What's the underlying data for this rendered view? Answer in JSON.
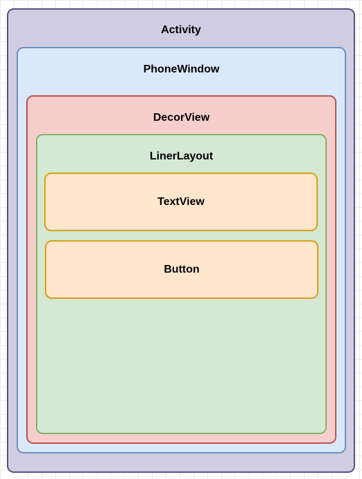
{
  "diagram": {
    "containers": [
      {
        "id": "activity",
        "label": "Activity",
        "fill": "#d0cce2",
        "stroke": "#56517e"
      },
      {
        "id": "phonewindow",
        "label": "PhoneWindow",
        "fill": "#dae8fc",
        "stroke": "#6c8ebf"
      },
      {
        "id": "decorview",
        "label": "DecorView",
        "fill": "#f8cecc",
        "stroke": "#b85450"
      },
      {
        "id": "linerlayout",
        "label": "LinerLayout",
        "fill": "#d5e8d4",
        "stroke": "#82b366"
      },
      {
        "id": "textview",
        "label": "TextView",
        "fill": "#ffe6cc",
        "stroke": "#d6a114"
      },
      {
        "id": "button",
        "label": "Button",
        "fill": "#ffe6cc",
        "stroke": "#d6a114"
      }
    ]
  }
}
